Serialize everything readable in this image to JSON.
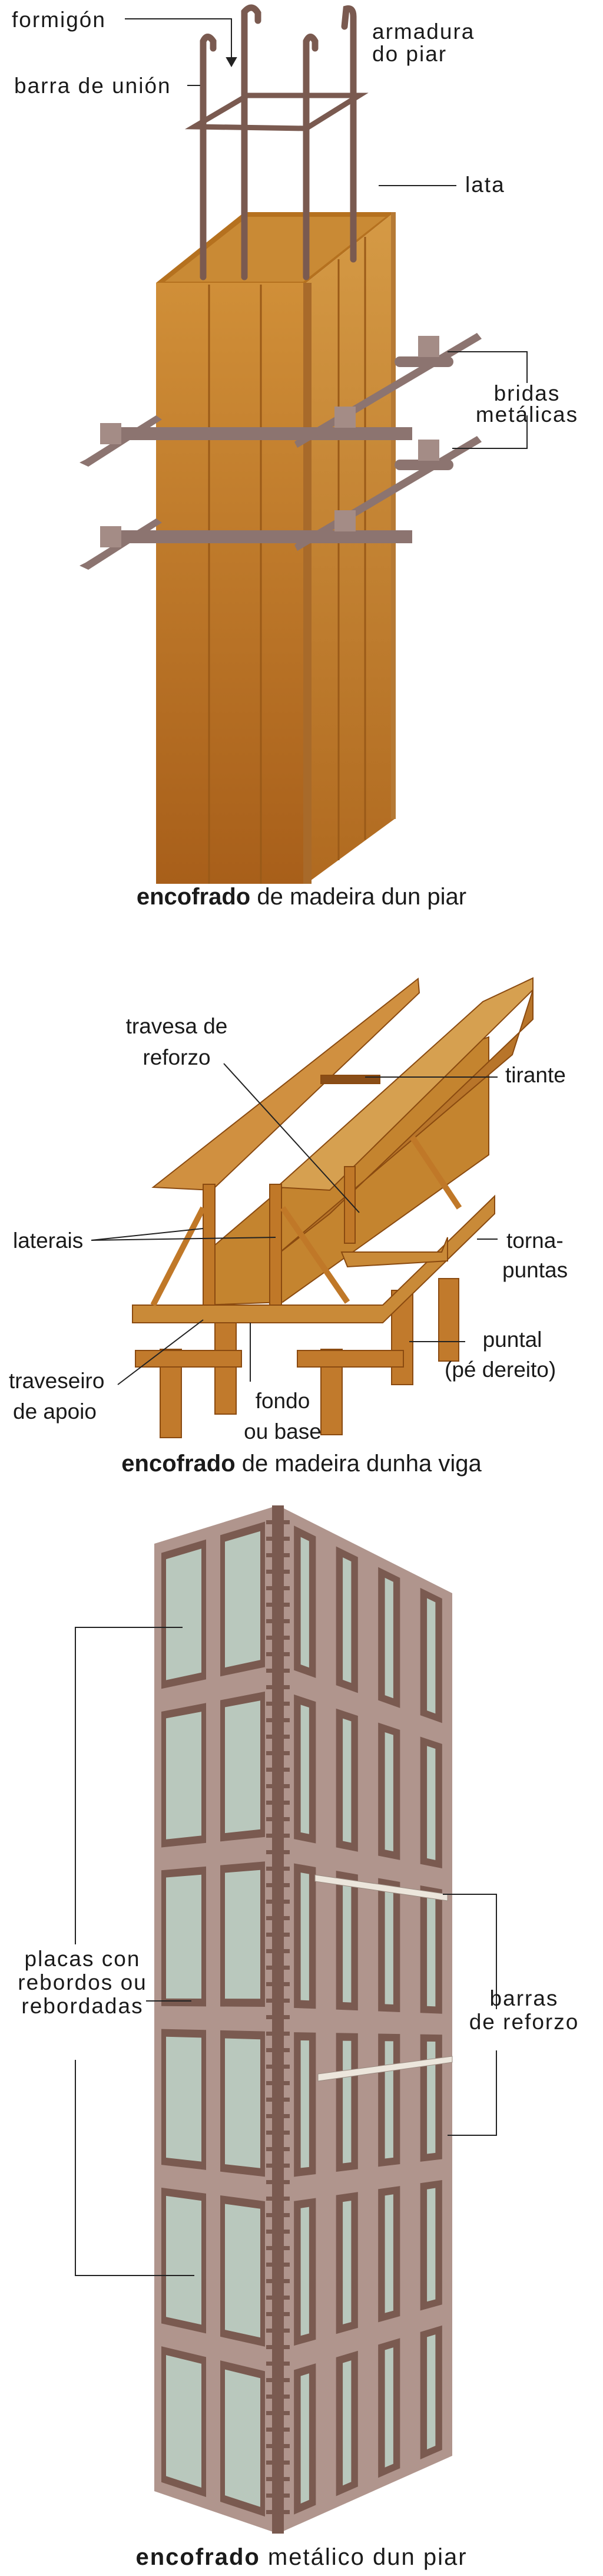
{
  "pillar_wood": {
    "labels": {
      "concrete": "formigón",
      "reinforcement_1": "armadura",
      "reinforcement_2": "do piar",
      "tie_bar": "barra de unión",
      "batten": "lata",
      "clamps_1": "bridas",
      "clamps_2": "metálicas"
    },
    "caption_bold": "encofrado",
    "caption_rest": " de madeira dun piar"
  },
  "beam_wood": {
    "labels": {
      "cross_brace_1": "travesa de",
      "cross_brace_2": "reforzo",
      "tie": "tirante",
      "sides": "laterais",
      "strut_1": "torna-",
      "strut_2": "puntas",
      "prop_1": "puntal",
      "prop_2": "(pé dereito)",
      "sleeper_1": "traveseiro",
      "sleeper_2": "de apoio",
      "bottom_1": "fondo",
      "bottom_2": "ou base"
    },
    "caption_bold": "encofrado",
    "caption_rest": " de madeira dunha viga"
  },
  "pillar_metal": {
    "labels": {
      "plates_1": "placas con",
      "plates_2": "rebordos ou",
      "plates_3": "rebordadas",
      "bars_1": "barras",
      "bars_2": "de reforzo"
    },
    "caption_bold": "encofrado",
    "caption_rest": " metálico dun piar"
  },
  "colors": {
    "wood": "#c4802c",
    "wood_dark": "#a8641c",
    "rebar": "#7a5a50",
    "metal_frame": "#b0958d",
    "metal_frame_dark": "#7a5a50",
    "metal_panel": "#b9c8bd"
  }
}
